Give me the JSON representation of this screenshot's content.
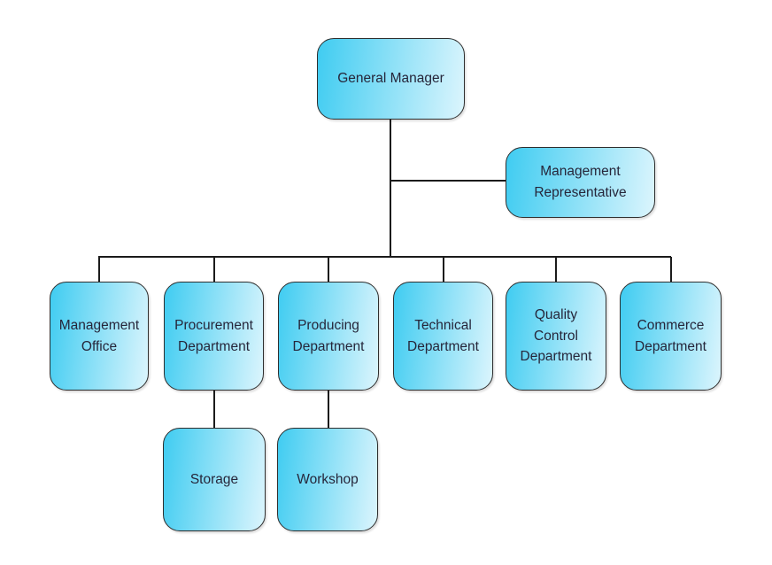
{
  "diagram_type": "org-chart",
  "colors": {
    "box_gradient_start": "#3FCCF1",
    "box_gradient_end": "#DCF5FD",
    "box_border": "#2E2E2E",
    "line": "#1B1B1B",
    "text": "#26263A",
    "background": "#FFFFFF"
  },
  "nodes": {
    "general_manager": {
      "label": "General Manager"
    },
    "management_representative": {
      "label": "Management Representative"
    },
    "management_office": {
      "label": "Management Office"
    },
    "procurement_department": {
      "label": "Procurement Department"
    },
    "producing_department": {
      "label": "Producing Department"
    },
    "technical_department": {
      "label": "Technical Department"
    },
    "quality_control_department": {
      "label": "Quality Control Department"
    },
    "commerce_department": {
      "label": "Commerce Department"
    },
    "storage": {
      "label": "Storage"
    },
    "workshop": {
      "label": "Workshop"
    }
  },
  "edges": [
    {
      "from": "General Manager",
      "to": "Management Representative"
    },
    {
      "from": "General Manager",
      "to": "Management Office"
    },
    {
      "from": "General Manager",
      "to": "Procurement Department"
    },
    {
      "from": "General Manager",
      "to": "Producing Department"
    },
    {
      "from": "General Manager",
      "to": "Technical Department"
    },
    {
      "from": "General Manager",
      "to": "Quality Control Department"
    },
    {
      "from": "General Manager",
      "to": "Commerce Department"
    },
    {
      "from": "Procurement Department",
      "to": "Storage"
    },
    {
      "from": "Producing Department",
      "to": "Workshop"
    }
  ]
}
